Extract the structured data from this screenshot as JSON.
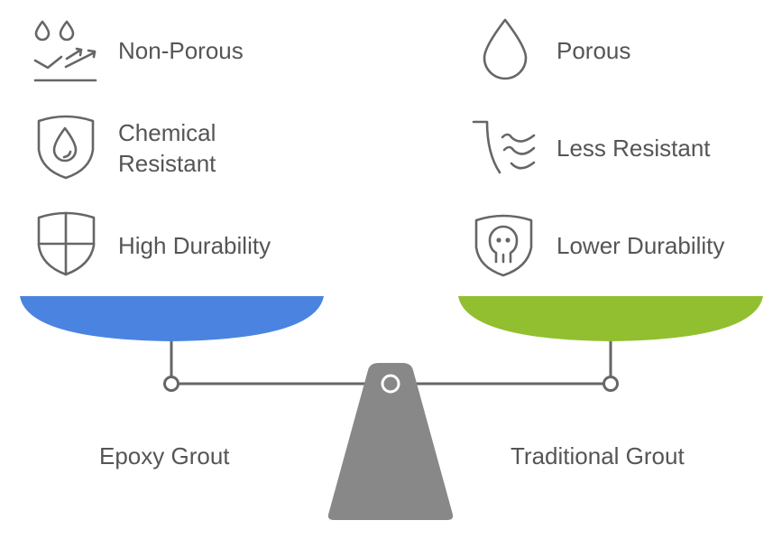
{
  "left": {
    "title": "Epoxy Grout",
    "color": "#4a84e0",
    "items": [
      {
        "icon": "drops-trend-icon",
        "label": "Non-Porous"
      },
      {
        "icon": "shield-drop-icon",
        "label_line1": "Chemical",
        "label_line2": "Resistant"
      },
      {
        "icon": "shield-cross-icon",
        "label": "High Durability"
      }
    ]
  },
  "right": {
    "title": "Traditional Grout",
    "color": "#91bf30",
    "items": [
      {
        "icon": "drop-icon",
        "label": "Porous"
      },
      {
        "icon": "erosion-waves-icon",
        "label": "Less Resistant"
      },
      {
        "icon": "shield-skull-icon",
        "label": "Lower Durability"
      }
    ]
  },
  "scale_color": "#888888"
}
